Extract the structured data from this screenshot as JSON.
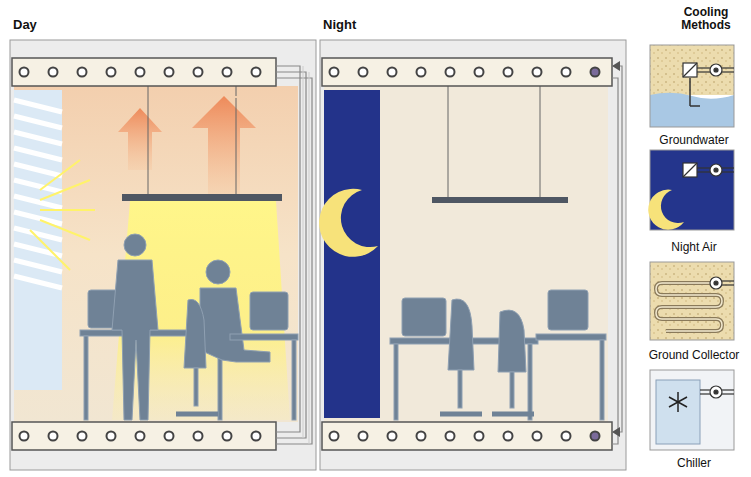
{
  "diagram": {
    "nodes": [
      {
        "text": [
          "Day"
        ]
      },
      {
        "text": [
          "Night"
        ]
      },
      {
        "text": [
          "Groundwater"
        ]
      },
      {
        "text": [
          "Night Air"
        ]
      },
      {
        "text": [
          "Ground Collector"
        ]
      },
      {
        "text": [
          "Chiller"
        ]
      }
    ],
    "labels": [
      "Cooling Methods"
    ]
  }
}
